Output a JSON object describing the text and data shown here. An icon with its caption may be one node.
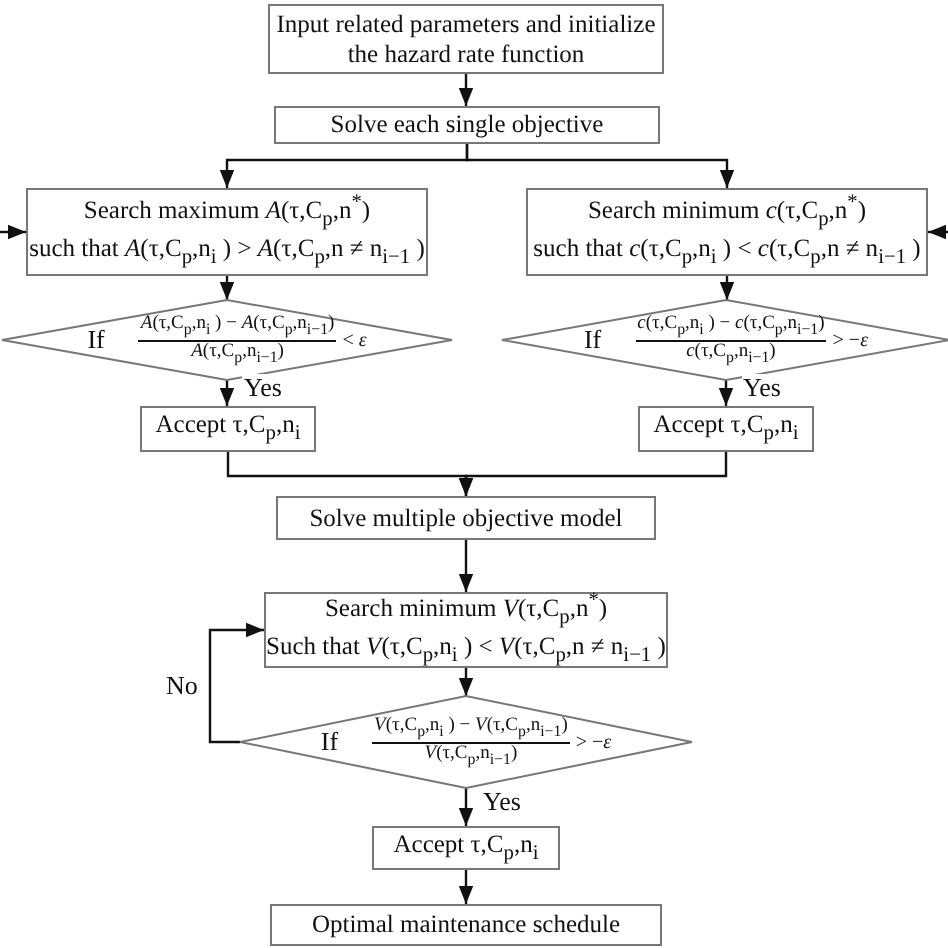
{
  "diagram": {
    "nodes": [
      {
        "text": [
          "Input related parameters and initialize the hazard rate function"
        ]
      },
      {
        "text": [
          "Solve each single objective"
        ]
      },
      {
        "text": [
          "Search maximum *A*(τ,C$_{p}$,n$^{*}$)",
          "such that *A*(τ,C$_{p}$,n$_{i}$ ) > *A*(τ,C$_{p}$,n ≠ n$_{i−1}$ )"
        ]
      },
      {
        "text": [
          "Search minimum *c*(τ,C$_{p}$,n$^{*}$)",
          "such that *c*(τ,C$_{p}$,n$_{i}$ ) < *c*(τ,C$_{p}$,n ≠ n$_{i−1}$ )"
        ]
      },
      {
        "text": [
          "If",
          "*A*(τ,C$_{p}$,n$_{i}$ ) − *A*(τ,C$_{p}$,n$_{i−1}$)",
          "*A*(τ,C$_{p}$,n$_{i−1}$)",
          "< *ε*"
        ]
      },
      {
        "text": [
          "If",
          "*c*(τ,C$_{p}$,n$_{i}$ ) − *c*(τ,C$_{p}$,n$_{i−1}$)",
          "*c*(τ,C$_{p}$,n$_{i−1}$)",
          "> −*ε*"
        ]
      },
      {
        "text": [
          "Accept τ,C$_{p}$,n$_{i}$"
        ]
      },
      {
        "text": [
          "Accept τ,C$_{p}$,n$_{i}$"
        ]
      },
      {
        "text": [
          "Solve multiple objective model"
        ]
      },
      {
        "text": [
          "Search minimum *V*(τ,C$_{p}$,n$^{*}$)",
          "Such that *V*(τ,C$_{p}$,n$_{i}$ ) < *V*(τ,C$_{p}$,n ≠ n$_{i−1}$ )"
        ]
      },
      {
        "text": [
          "If",
          "*V*(τ,C$_{p}$,n$_{i}$ ) − *V*(τ,C$_{p}$,n$_{i−1}$)",
          "*V*(τ,C$_{p}$,n$_{i−1}$)",
          "> −*ε*"
        ]
      },
      {
        "text": [
          "Accept τ,C$_{p}$,n$_{i}$"
        ]
      },
      {
        "text": [
          "Optimal maintenance schedule"
        ]
      }
    ],
    "edges": [
      {
        "from": 0,
        "to": 1,
        "arrow": "to"
      },
      {
        "from": 1,
        "to": 2,
        "arrow": "to"
      },
      {
        "from": 1,
        "to": 3,
        "arrow": "to"
      },
      {
        "from": null,
        "to": 2,
        "arrow": "to"
      },
      {
        "from": null,
        "to": 3,
        "arrow": "to"
      },
      {
        "from": 2,
        "to": 4,
        "arrow": "to"
      },
      {
        "from": 3,
        "to": 5,
        "arrow": "to"
      },
      {
        "from": 4,
        "to": 6,
        "arrow": "to",
        "label": "Yes"
      },
      {
        "from": 5,
        "to": 7,
        "arrow": "to",
        "label": "Yes"
      },
      {
        "from": 6,
        "to": 8,
        "arrow": "to"
      },
      {
        "from": 7,
        "to": 8,
        "arrow": "to"
      },
      {
        "from": 8,
        "to": 9,
        "arrow": "to"
      },
      {
        "from": 9,
        "to": 10,
        "arrow": "to"
      },
      {
        "from": 10,
        "to": 9,
        "arrow": "to",
        "label": "No"
      },
      {
        "from": 10,
        "to": 11,
        "arrow": "to",
        "label": "Yes"
      },
      {
        "from": 11,
        "to": 12,
        "arrow": "to"
      }
    ]
  }
}
